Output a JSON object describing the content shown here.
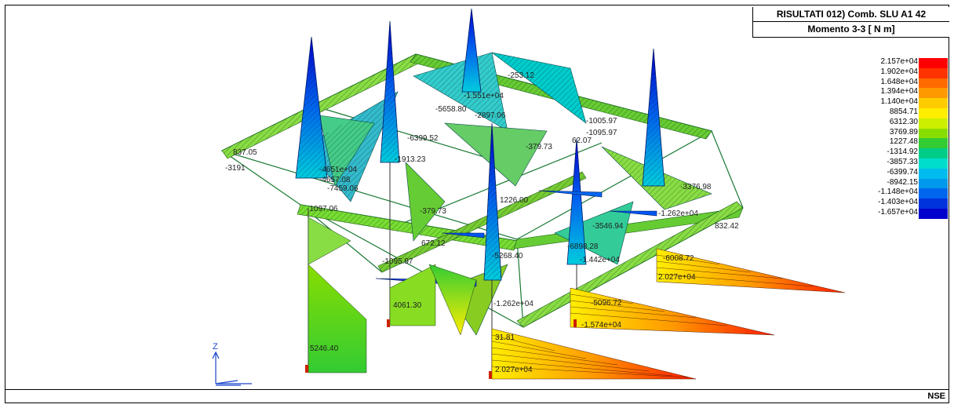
{
  "header": {
    "title": "RISULTATI   012) Comb. SLU A1 42",
    "subtitle": "Momento 3-3 [ N  m]"
  },
  "status_bar": {
    "text": "NSE"
  },
  "axis_label": "Z",
  "legend": [
    {
      "value": "2.157e+04",
      "color": "#ff0000"
    },
    {
      "value": "1.902e+04",
      "color": "#ff3300"
    },
    {
      "value": "1.648e+04",
      "color": "#ff6a00"
    },
    {
      "value": "1.394e+04",
      "color": "#ff9900"
    },
    {
      "value": "1.140e+04",
      "color": "#ffcc00"
    },
    {
      "value": "8854.71",
      "color": "#ffee00"
    },
    {
      "value": "6312.30",
      "color": "#ccee00"
    },
    {
      "value": "3769.89",
      "color": "#88dd00"
    },
    {
      "value": "1227.48",
      "color": "#33cc33"
    },
    {
      "value": "-1314.92",
      "color": "#00cc88"
    },
    {
      "value": "-3857.33",
      "color": "#00ddcc"
    },
    {
      "value": "-6399.74",
      "color": "#00bbee"
    },
    {
      "value": "-8942.15",
      "color": "#0099ee"
    },
    {
      "value": "-1.148e+04",
      "color": "#0066ee"
    },
    {
      "value": "-1.403e+04",
      "color": "#0033dd"
    },
    {
      "value": "-1.657e+04",
      "color": "#0000cc"
    }
  ],
  "value_labels": [
    {
      "text": "-5268.40",
      "key": "a"
    },
    {
      "text": "-4657.08",
      "key": "b"
    },
    {
      "text": "-2897.06",
      "key": "c"
    },
    {
      "text": "-1913.23",
      "key": "d"
    },
    {
      "text": "-379.73",
      "key": "e"
    },
    {
      "text": "-379.73",
      "key": "f"
    },
    {
      "text": "-6399.52",
      "key": "g"
    },
    {
      "text": "-5658.80",
      "key": "h"
    },
    {
      "text": "-4651e+04",
      "key": "i"
    },
    {
      "text": "-7459.06",
      "key": "j"
    },
    {
      "text": "-1097.06",
      "key": "k"
    },
    {
      "text": "62.07",
      "key": "l"
    },
    {
      "text": "672.12",
      "key": "m"
    },
    {
      "text": "1226.00",
      "key": "n"
    },
    {
      "text": "-1095.97",
      "key": "o"
    },
    {
      "text": "-6008.72",
      "key": "p"
    },
    {
      "text": "-1.442e+04",
      "key": "q"
    },
    {
      "text": "-1.262e+04",
      "key": "r"
    },
    {
      "text": "4061.30",
      "key": "s"
    },
    {
      "text": "5246.40",
      "key": "t"
    },
    {
      "text": "2.027e+04",
      "key": "u"
    },
    {
      "text": "2.027e+04",
      "key": "v"
    },
    {
      "text": "-1.574e+04",
      "key": "w"
    },
    {
      "text": "-5096.72",
      "key": "x"
    },
    {
      "text": "-3546.94",
      "key": "y"
    },
    {
      "text": "-3376.98",
      "key": "z"
    },
    {
      "text": "832.42",
      "key": "aa"
    },
    {
      "text": "-1.262e+04",
      "key": "ab"
    },
    {
      "text": "-3191",
      "key": "ac"
    },
    {
      "text": "837.05",
      "key": "ad"
    },
    {
      "text": "-1.551e+04",
      "key": "ae"
    },
    {
      "text": "-253.12",
      "key": "af"
    },
    {
      "text": "-1095.97",
      "key": "ag"
    },
    {
      "text": "31.81",
      "key": "ah"
    },
    {
      "text": "-1005.97",
      "key": "ai"
    },
    {
      "text": "-6898.28",
      "key": "aj"
    }
  ]
}
